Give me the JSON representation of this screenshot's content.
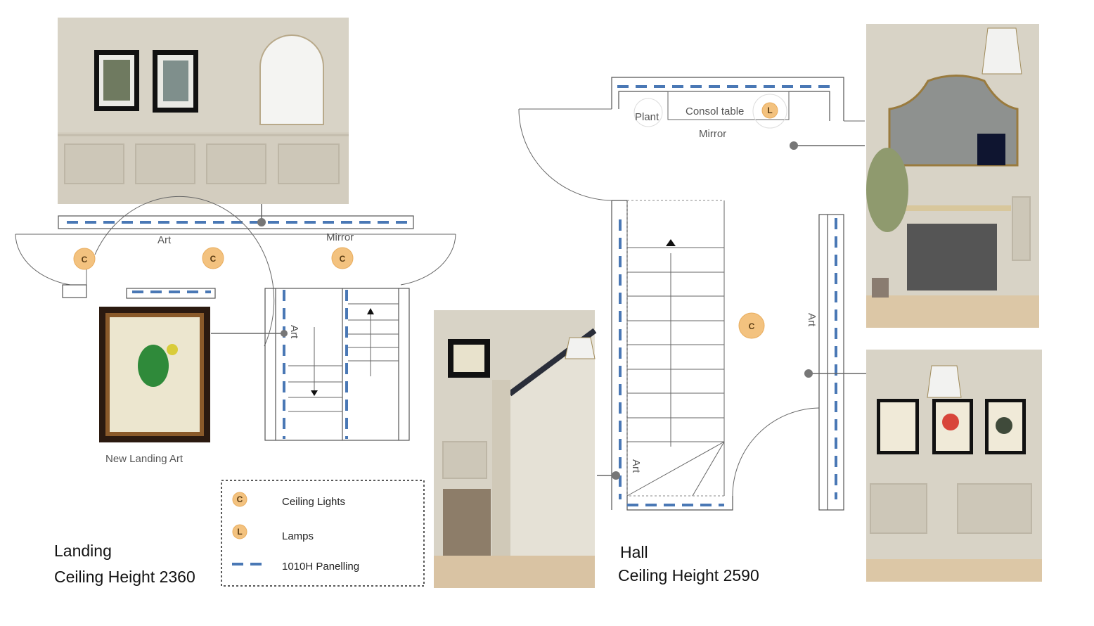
{
  "colors": {
    "light": "#f3c27f",
    "panelling": "#4a78b5",
    "wall": "#d8d3c6"
  },
  "landing": {
    "title": "Landing",
    "ceiling": "Ceiling Height 2360",
    "art_label": "Art",
    "mirror_label": "Mirror",
    "wall_art_label": "Art",
    "new_art_label": "New Landing Art",
    "light_letter": "C"
  },
  "hall": {
    "title": "Hall",
    "ceiling": "Ceiling Height 2590",
    "plant_label": "Plant",
    "console_label": "Consol table",
    "mirror_label": "Mirror",
    "art_right": "Art",
    "art_left": "Art",
    "light_letter": "C",
    "lamp_letter": "L"
  },
  "legend": {
    "items": [
      {
        "letter": "C",
        "label": "Ceiling Lights"
      },
      {
        "letter": "L",
        "label": "Lamps"
      },
      {
        "label": "1010H Panelling"
      }
    ]
  }
}
